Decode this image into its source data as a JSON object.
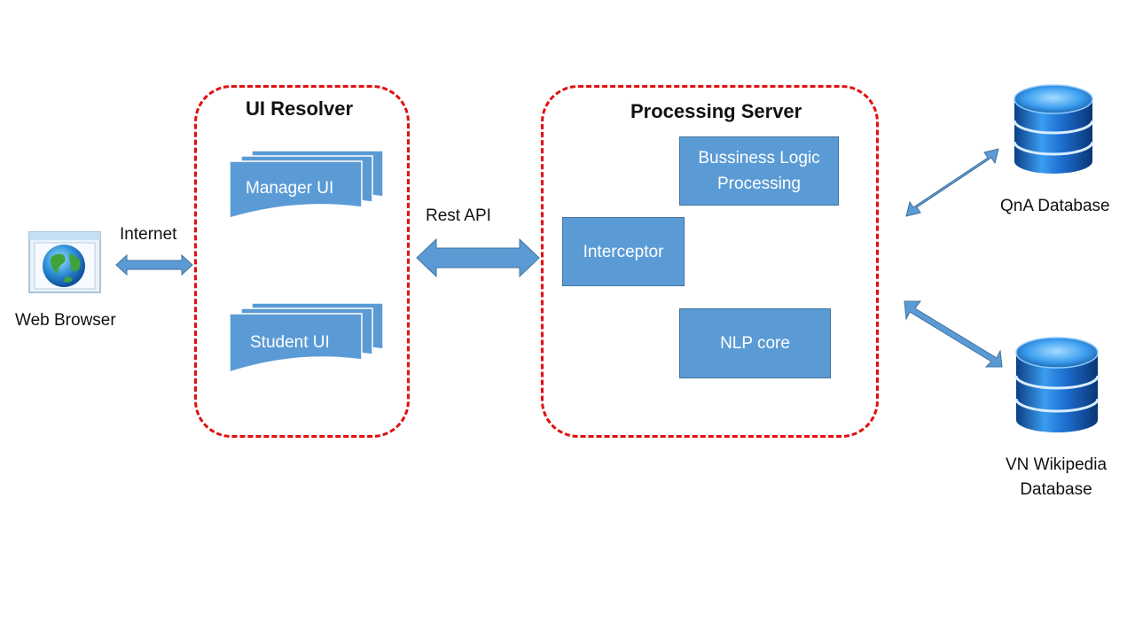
{
  "web_browser": {
    "label": "Web Browser",
    "icon": "web-browser-globe-icon"
  },
  "internet_label": "Internet",
  "rest_api_label": "Rest API",
  "ui_resolver": {
    "title": "UI Resolver",
    "manager_ui": "Manager UI",
    "student_ui": "Student UI"
  },
  "processing_server": {
    "title": "Processing Server",
    "business_logic_line1": "Bussiness Logic",
    "business_logic_line2": "Processing",
    "interceptor": "Interceptor",
    "nlp_core": "NLP core"
  },
  "qna_db": {
    "label": "QnA Database",
    "icon": "database-icon"
  },
  "vn_wiki_db": {
    "label_line1": "VN Wikipedia",
    "label_line2": "Database",
    "icon": "database-icon"
  },
  "colors": {
    "box_fill": "#5b9bd5",
    "box_border": "#41719c",
    "group_border": "#e01010",
    "db_blue": "#1a5fb4"
  }
}
